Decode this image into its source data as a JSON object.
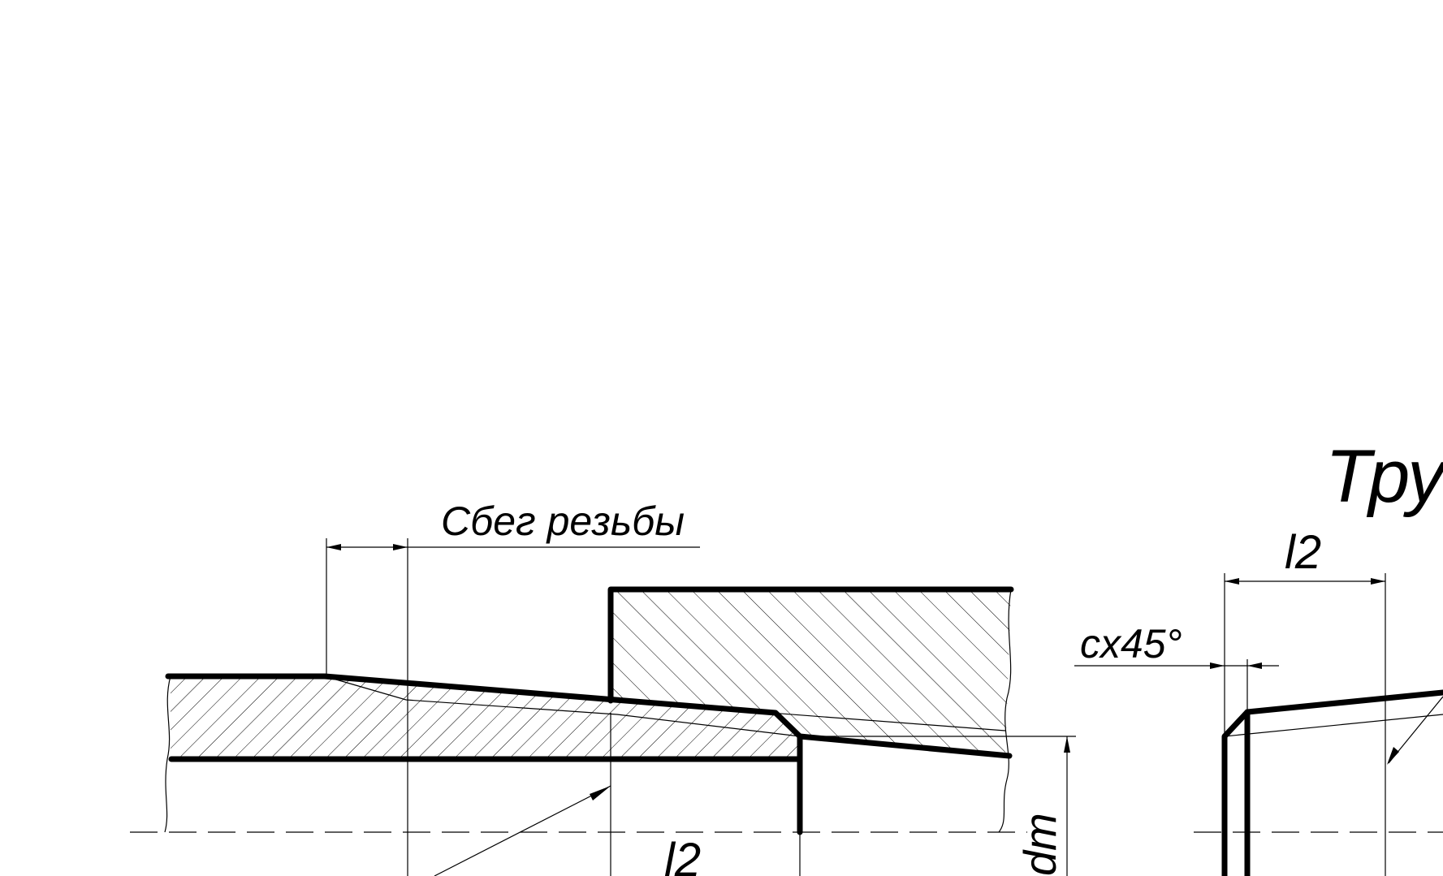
{
  "drawing": {
    "labels": {
      "thread_runout": "Сбег резьбы",
      "length_left": "l2",
      "length_right": "l2",
      "chamfer": "cx45°",
      "title_fragment": "Тру",
      "rotated_fragment": "dт"
    }
  }
}
